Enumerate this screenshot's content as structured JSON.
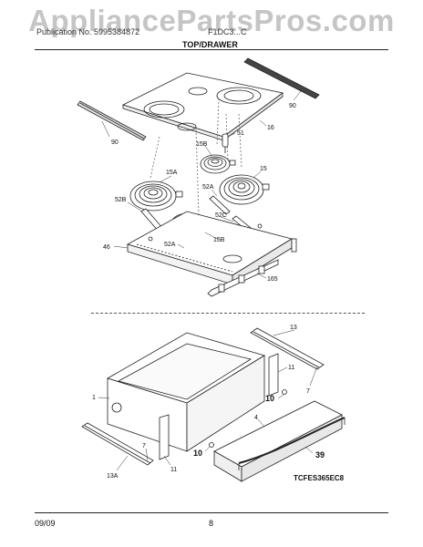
{
  "watermark": "AppliancePartsPros.com",
  "header": {
    "left_text": "Publication No. 5995384872",
    "right_text": "F1DC3...C"
  },
  "section_title": "TOP/DRAWER",
  "diagram_code": "TCFES365EC8",
  "footer": {
    "date": "09/09",
    "page": "8"
  },
  "callouts": {
    "p90_right": "90",
    "p90_left": "90",
    "p16": "16",
    "p51": "51",
    "p15B_top": "15B",
    "p15A": "15A",
    "p15": "15",
    "p52A_top": "52A",
    "p52B": "52B",
    "p52C": "52C",
    "p52A_bottom": "52A",
    "p15B_bottom": "15B",
    "p46": "46",
    "p165": "165",
    "p13_top": "13",
    "p1": "1",
    "p11_right": "11",
    "p7_right": "7",
    "p10_right": "10",
    "p4": "4",
    "p7_left": "7",
    "p11_left": "11",
    "p10_left": "10",
    "p39": "39",
    "p13A": "13A"
  }
}
